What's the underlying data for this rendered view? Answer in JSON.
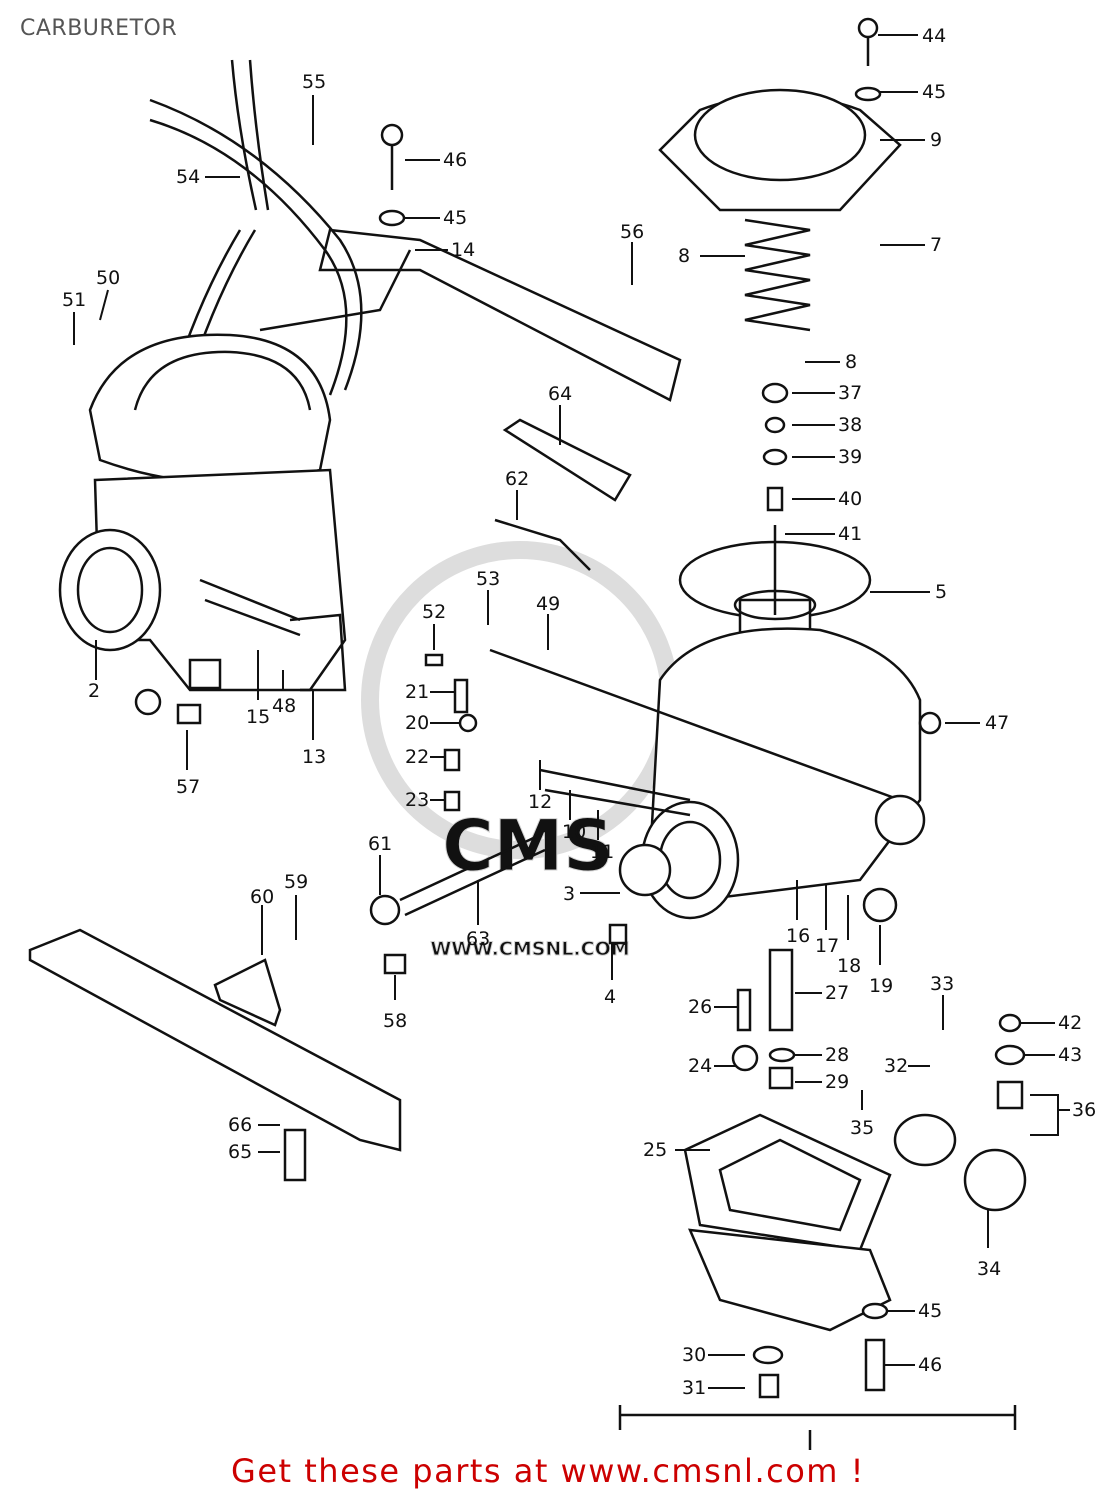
{
  "page": {
    "title": "CARBURETOR"
  },
  "watermark": {
    "text": "WWW.CMSNL.COM",
    "logo": "CMS"
  },
  "footer": {
    "link_text": "Get these parts at www.cmsnl.com !"
  },
  "callouts": [
    "44",
    "45",
    "9",
    "46",
    "45",
    "14",
    "55",
    "54",
    "56",
    "8",
    "7",
    "8",
    "37",
    "38",
    "39",
    "40",
    "41",
    "5",
    "50",
    "51",
    "64",
    "62",
    "53",
    "49",
    "52",
    "21",
    "20",
    "22",
    "23",
    "12",
    "10",
    "11",
    "47",
    "2",
    "15",
    "48",
    "13",
    "57",
    "61",
    "59",
    "60",
    "63",
    "3",
    "4",
    "16",
    "17",
    "18",
    "19",
    "58",
    "33",
    "42",
    "43",
    "36",
    "32",
    "26",
    "27",
    "28",
    "24",
    "29",
    "35",
    "66",
    "65",
    "25",
    "34",
    "45",
    "30",
    "46",
    "31"
  ]
}
